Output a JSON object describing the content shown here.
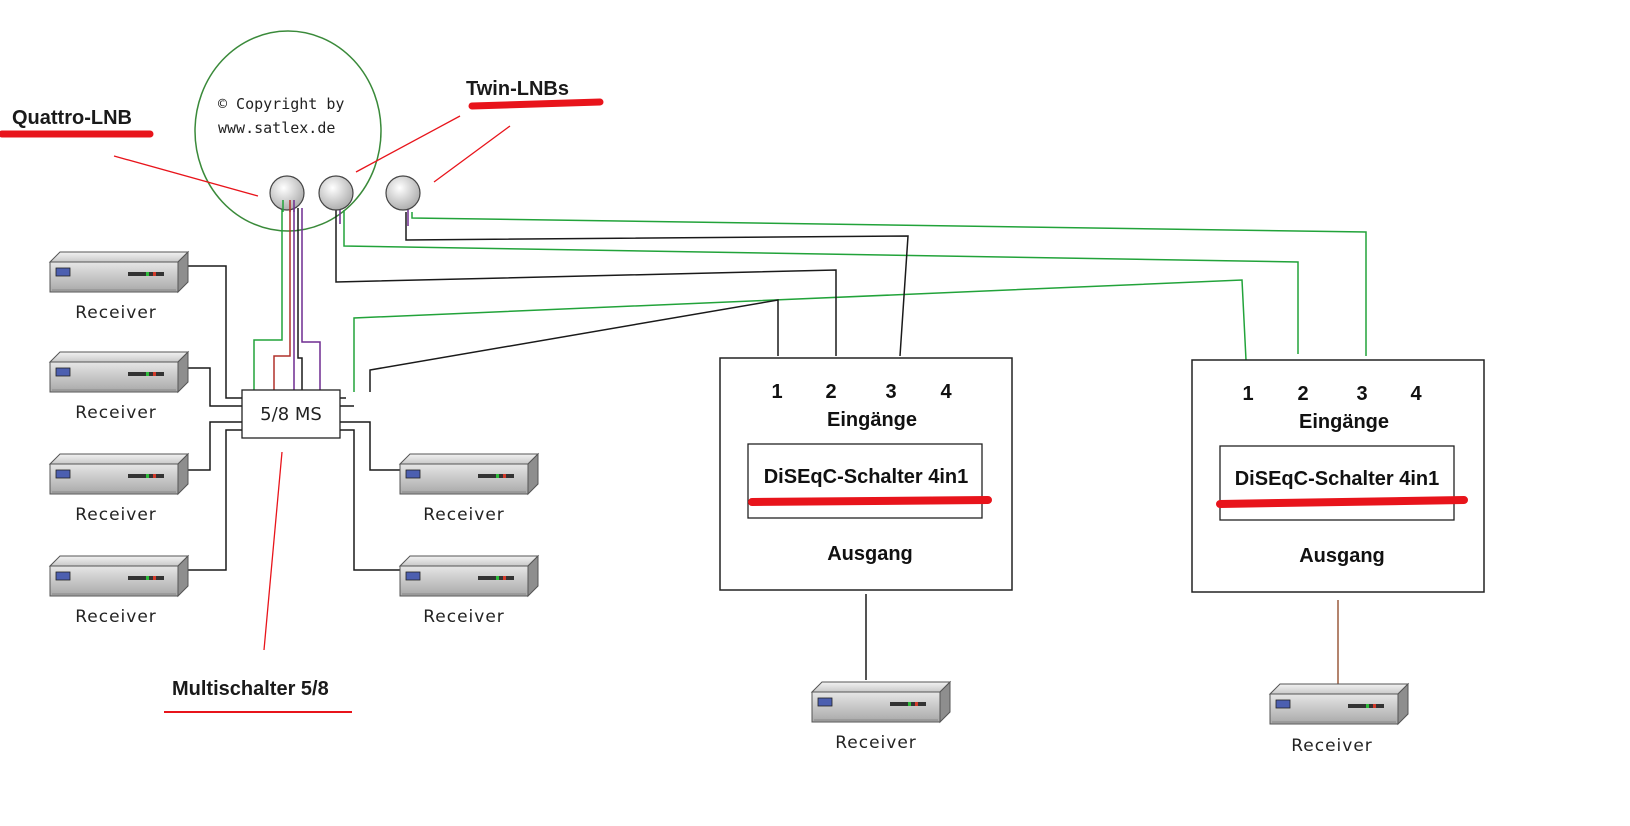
{
  "labels": {
    "quattro_lnb": "Quattro-LNB",
    "twin_lnbs": "Twin-LNBs",
    "copyright_line1": "© Copyright by",
    "copyright_line2": "www.satlex.de",
    "multiswitch_box": "5/8 MS",
    "multiswitch_caption": "Multischalter 5/8"
  },
  "receiver_label": "Receiver",
  "diseqc_switches": [
    {
      "ports": [
        "1",
        "2",
        "3",
        "4"
      ],
      "inputs_label": "Eingänge",
      "name": "DiSEqC-Schalter 4in1",
      "output_label": "Ausgang"
    },
    {
      "ports": [
        "1",
        "2",
        "3",
        "4"
      ],
      "inputs_label": "Eingänge",
      "name": "DiSEqC-Schalter 4in1",
      "output_label": "Ausgang"
    }
  ],
  "colors": {
    "annotation_red": "#e8141b",
    "cable_green": "#22a33a",
    "cable_black": "#1a1a1a",
    "cable_purple": "#6f2c91",
    "cable_red": "#b0302a",
    "cable_brown": "#9b5a3c",
    "dish_outline": "#3a8a3a"
  }
}
